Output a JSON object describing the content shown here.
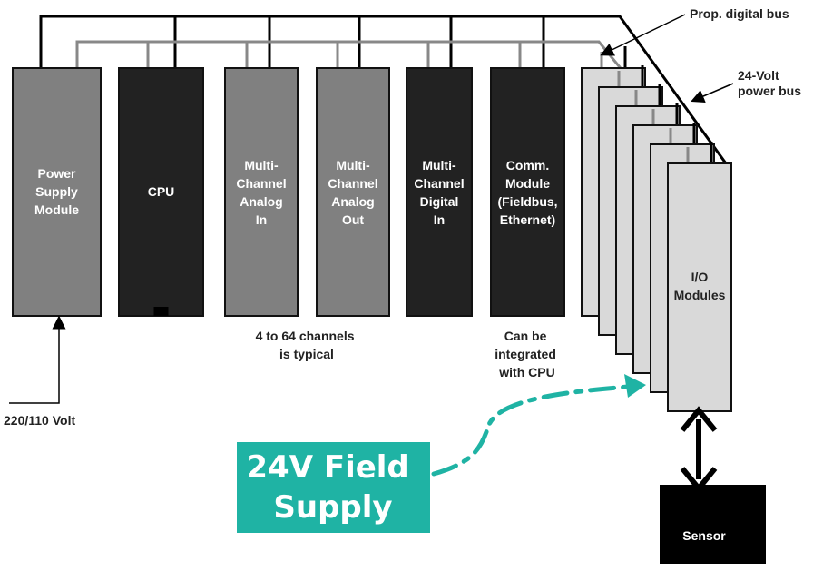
{
  "modules": [
    {
      "id": "power-supply",
      "lines": [
        "Power",
        "Supply",
        "Module"
      ],
      "fill": "#808080",
      "text_color": "#ffffff"
    },
    {
      "id": "cpu",
      "lines": [
        "CPU"
      ],
      "fill": "#222222",
      "text_color": "#ffffff"
    },
    {
      "id": "analog-in",
      "lines": [
        "Multi-",
        "Channel",
        "Analog",
        "In"
      ],
      "fill": "#808080",
      "text_color": "#ffffff"
    },
    {
      "id": "analog-out",
      "lines": [
        "Multi-",
        "Channel",
        "Analog",
        "Out"
      ],
      "fill": "#808080",
      "text_color": "#ffffff"
    },
    {
      "id": "digital-in",
      "lines": [
        "Multi-",
        "Channel",
        "Digital",
        "In"
      ],
      "fill": "#222222",
      "text_color": "#ffffff"
    },
    {
      "id": "comm-module",
      "lines": [
        "Comm.",
        "Module",
        "(Fieldbus,",
        "Ethernet)"
      ],
      "fill": "#222222",
      "text_color": "#ffffff"
    }
  ],
  "io_modules": {
    "count": 6,
    "lines": [
      "I/O",
      "Modules"
    ],
    "fill": "#d9d9d9",
    "text_color": "#222222"
  },
  "labels": {
    "prop_bus": "Prop. digital bus",
    "power_bus": [
      "24-Volt",
      "power bus"
    ],
    "mains": "220/110 Volt",
    "channels_note": [
      "4 to 64 channels",
      "is typical"
    ],
    "comm_note": [
      "Can be",
      "integrated",
      "with CPU"
    ]
  },
  "sensor": {
    "label": "Sensor",
    "fill": "#000000"
  },
  "callout": {
    "lines": [
      "24V Field",
      "Supply"
    ],
    "fill": "#1fb3a4"
  },
  "colors": {
    "power_bus": "#000000",
    "digital_bus": "#888888",
    "dashed_arrow": "#1fb3a4"
  }
}
